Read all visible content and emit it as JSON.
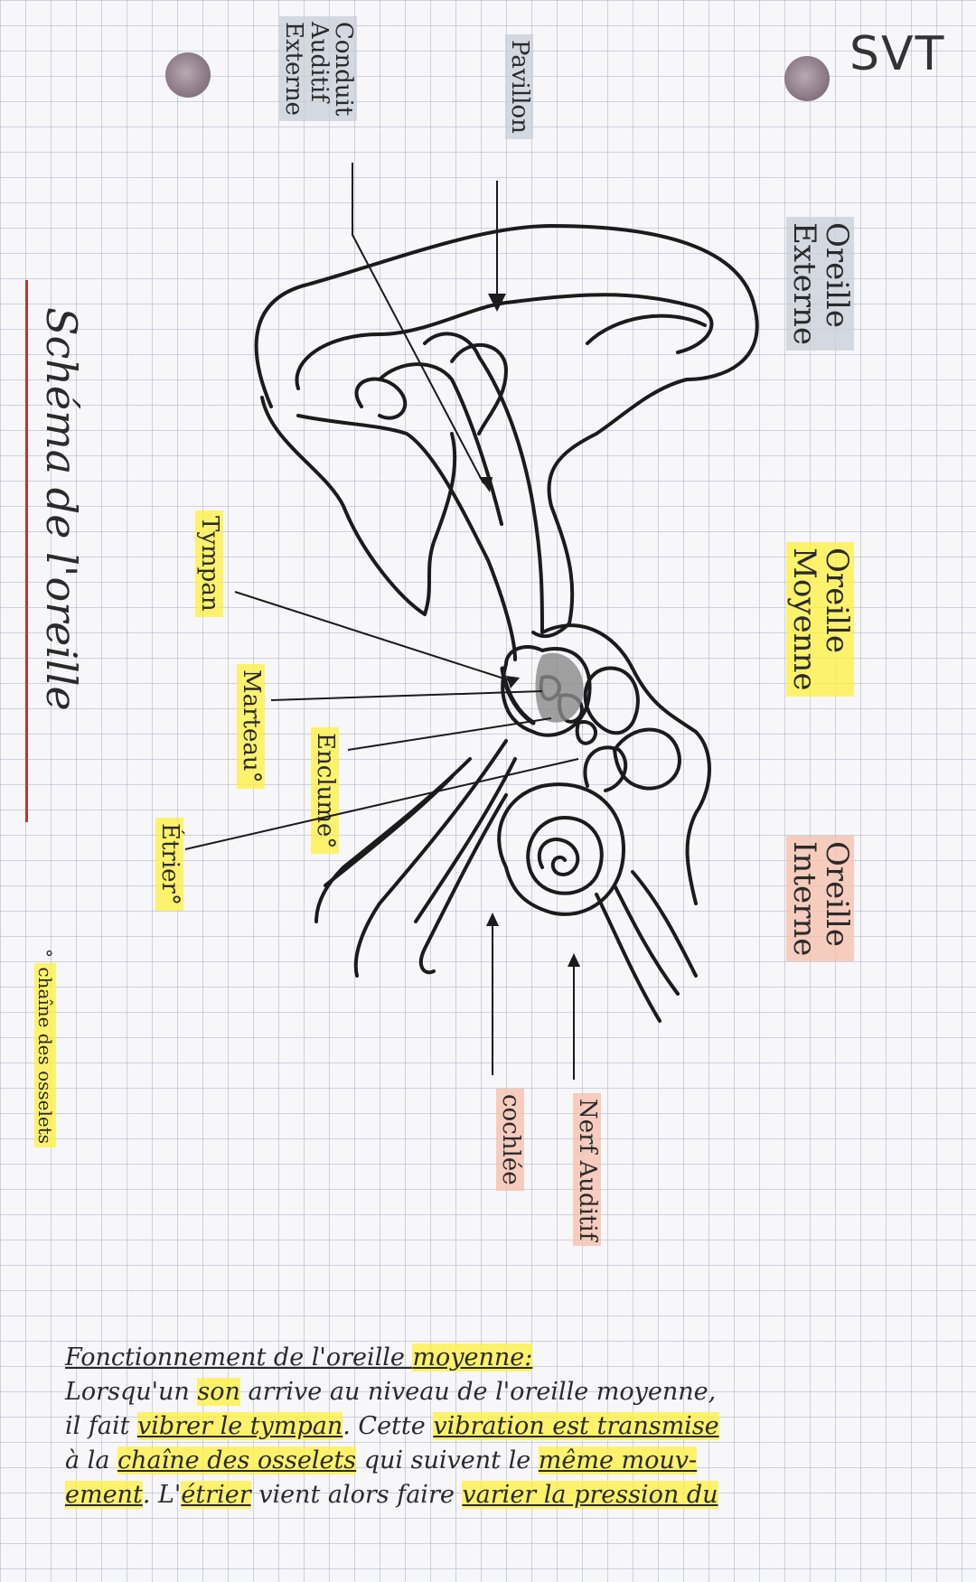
{
  "subject": "SVT",
  "title": "Schéma de l'oreille",
  "sections": {
    "externe": [
      "Oreille",
      "Externe"
    ],
    "moyenne": [
      "Oreille",
      "Moyenne"
    ],
    "interne": [
      "Oreille",
      "Interne"
    ]
  },
  "labels": {
    "conduit": [
      "Conduit",
      "Auditif",
      "Externe"
    ],
    "pavillon": "Pavillon",
    "tympan": "Tympan",
    "marteau": "Marteau°",
    "enclume": "Enclume°",
    "etrier": "Étrier°",
    "cochlee": "cochlée",
    "nerf": "Nerf Auditif"
  },
  "chain_note": "chaîne des osselets",
  "fonctionnement": {
    "heading": "Fonctionnement de l'oreille ",
    "heading_hl": "moyenne:",
    "l1": [
      "Lorsqu'un ",
      "son",
      " arrive au niveau de l'oreille moyenne,"
    ],
    "l2": [
      "il fait ",
      "vibrer le tympan",
      ". Cette ",
      "vibration est transmise"
    ],
    "l3": [
      "à la ",
      "chaîne des osselets",
      " qui suivent le ",
      "même mouv-"
    ],
    "l4": [
      "ement",
      ". L'",
      "étrier",
      " vient alors faire ",
      "varier la pression du"
    ]
  }
}
